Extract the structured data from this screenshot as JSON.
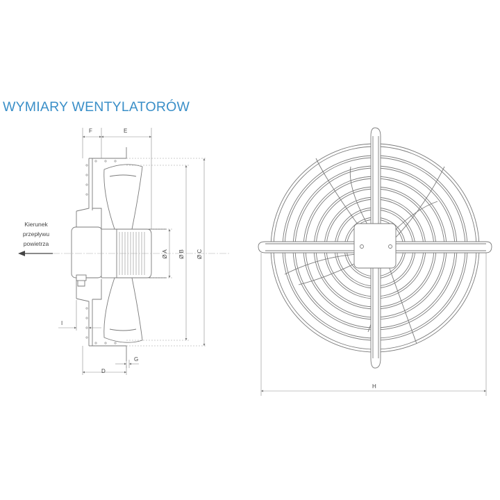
{
  "title": "WYMIARY WENTYLATORÓW",
  "side_view": {
    "airflow_label_lines": [
      "Kierunek",
      "przepływu",
      "powietrza"
    ],
    "dims": {
      "F": "F",
      "E": "E",
      "A": "Ø A",
      "B": "Ø B",
      "C": "Ø C",
      "I": "I",
      "G": "G",
      "D": "D"
    }
  },
  "front_view": {
    "dims": {
      "H": "H"
    }
  },
  "colors": {
    "title": "#3a8fc8",
    "line": "#7a7a7a"
  }
}
